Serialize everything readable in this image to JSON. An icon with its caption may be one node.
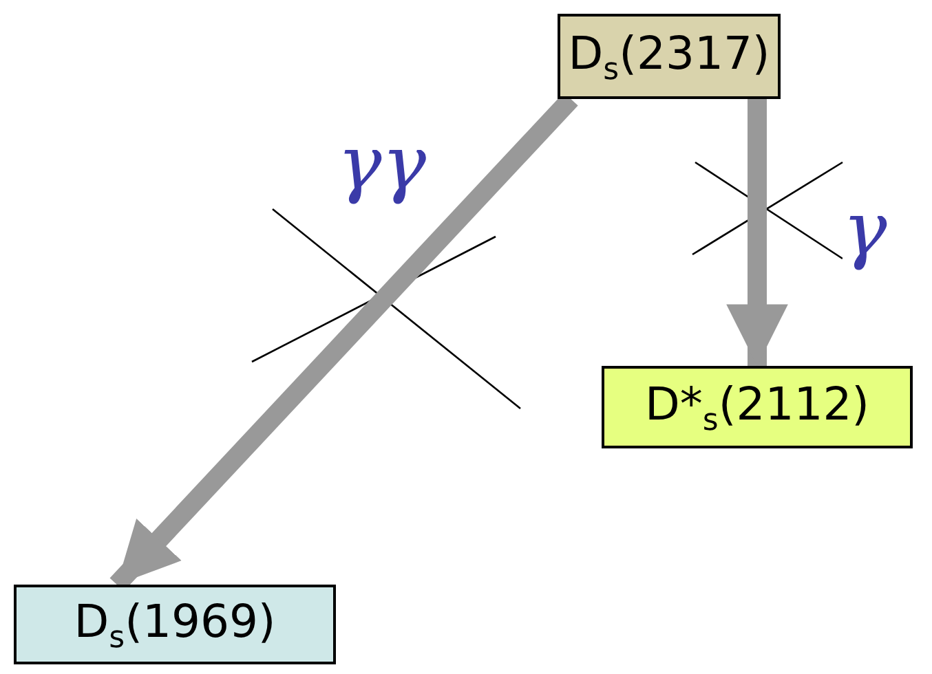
{
  "diagram": {
    "nodes": [
      {
        "text": [
          "D$_{s}$(2317)"
        ]
      },
      {
        "text": [
          "D*$_{s}$(2112)"
        ]
      },
      {
        "text": [
          "D$_{s}$(1969)"
        ]
      }
    ],
    "edges": [
      {
        "from": 0,
        "to": 2,
        "arrow": "to",
        "label": "γγ"
      },
      {
        "from": 0,
        "to": 1,
        "arrow": "to",
        "label": "γ"
      }
    ]
  }
}
